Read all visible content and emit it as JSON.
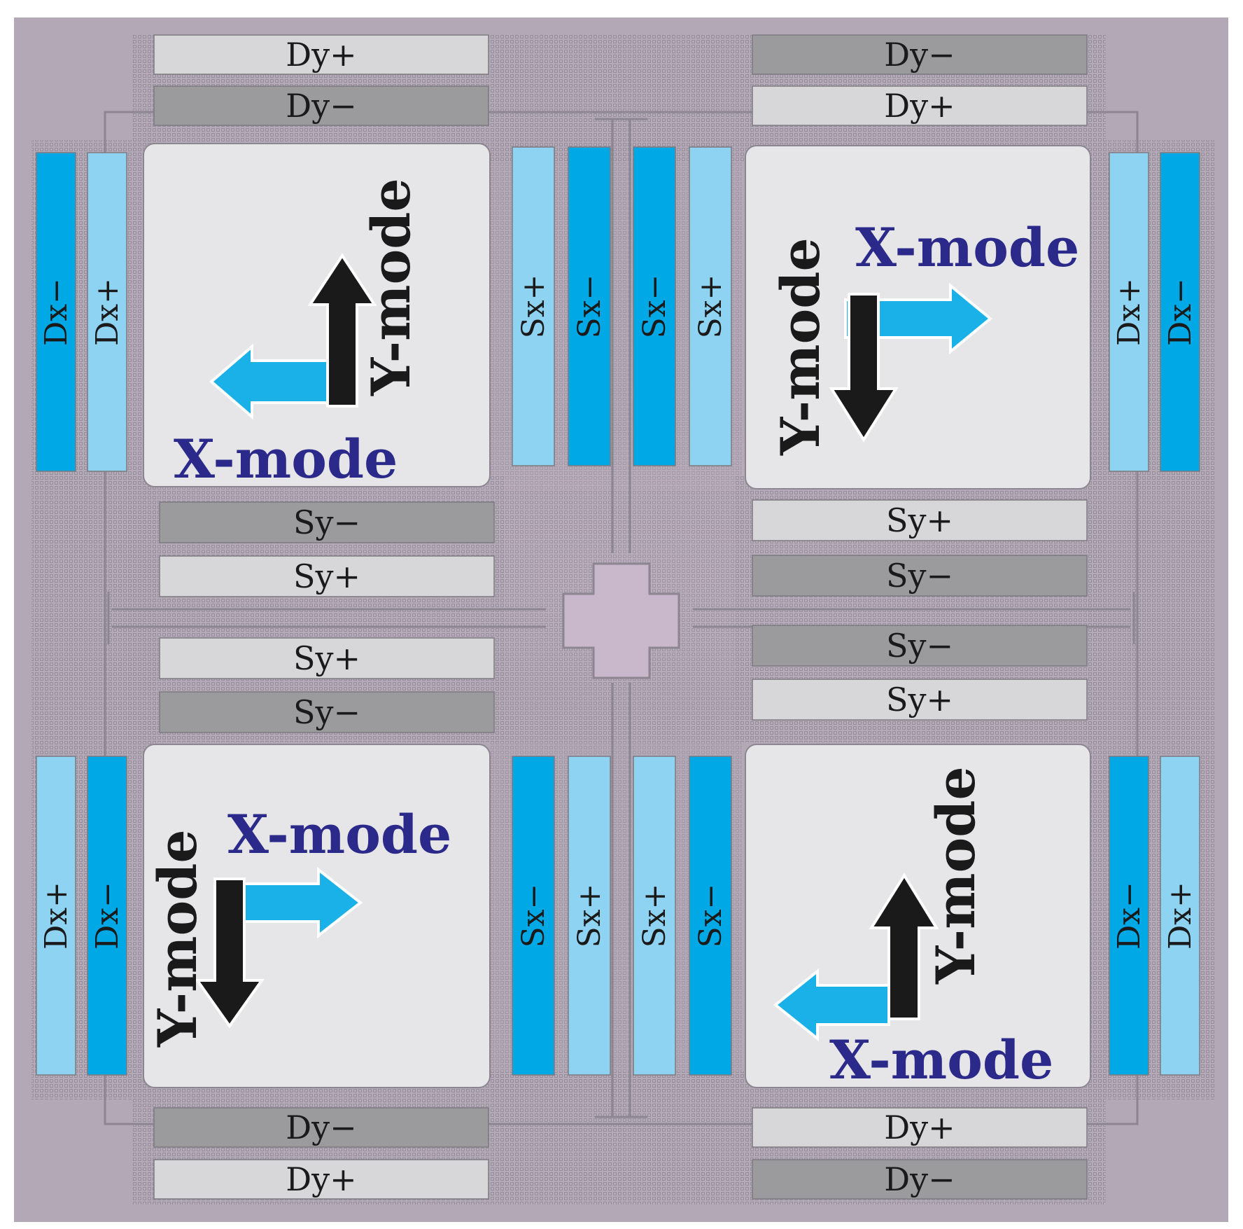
{
  "colors": {
    "substrate": "#b2a7b5",
    "substrate_center": "#c9b5cc",
    "etch_grid": "#a39aa6",
    "frame_line": "#8c8690",
    "mass_fill": "#e6e6e8",
    "dy_light": "#d7d7d9",
    "dy_dark": "#9b9b9e",
    "dx_light": "#8fd3f2",
    "dx_dark": "#00a8e6",
    "mode_text": "#2b2a8a",
    "arrow_dark": "#1a1a1a",
    "arrow_cyan": "#1ab0e8"
  },
  "electrodes": {
    "dy_plus": "Dy+",
    "dy_minus": "Dy−",
    "dx_plus": "Dx+",
    "dx_minus": "Dx−",
    "sx_plus": "Sx+",
    "sx_minus": "Sx−",
    "sy_plus": "Sy+",
    "sy_minus": "Sy−"
  },
  "modes": {
    "x_mode": "X-mode",
    "y_mode": "Y-mode"
  },
  "layout_sequences": {
    "top_left_dy": [
      "dy_plus",
      "dy_minus"
    ],
    "top_right_dy": [
      "dy_minus",
      "dy_plus"
    ],
    "bottom_left_dy": [
      "dy_minus",
      "dy_plus"
    ],
    "bottom_right_dy": [
      "dy_plus",
      "dy_minus"
    ],
    "left_top_dx": [
      "dx_minus",
      "dx_plus"
    ],
    "left_bottom_dx": [
      "dx_plus",
      "dx_minus"
    ],
    "right_top_dx": [
      "dx_plus",
      "dx_minus"
    ],
    "right_bottom_dx": [
      "dx_minus",
      "dx_plus"
    ],
    "center_top_sx": [
      "sx_plus",
      "sx_minus",
      "sx_minus",
      "sx_plus"
    ],
    "center_bottom_sx": [
      "sx_minus",
      "sx_plus",
      "sx_plus",
      "sx_minus"
    ],
    "left_sy": [
      "sy_minus",
      "sy_plus",
      "sy_plus",
      "sy_minus"
    ],
    "right_sy": [
      "sy_plus",
      "sy_minus",
      "sy_minus",
      "sy_plus"
    ]
  }
}
